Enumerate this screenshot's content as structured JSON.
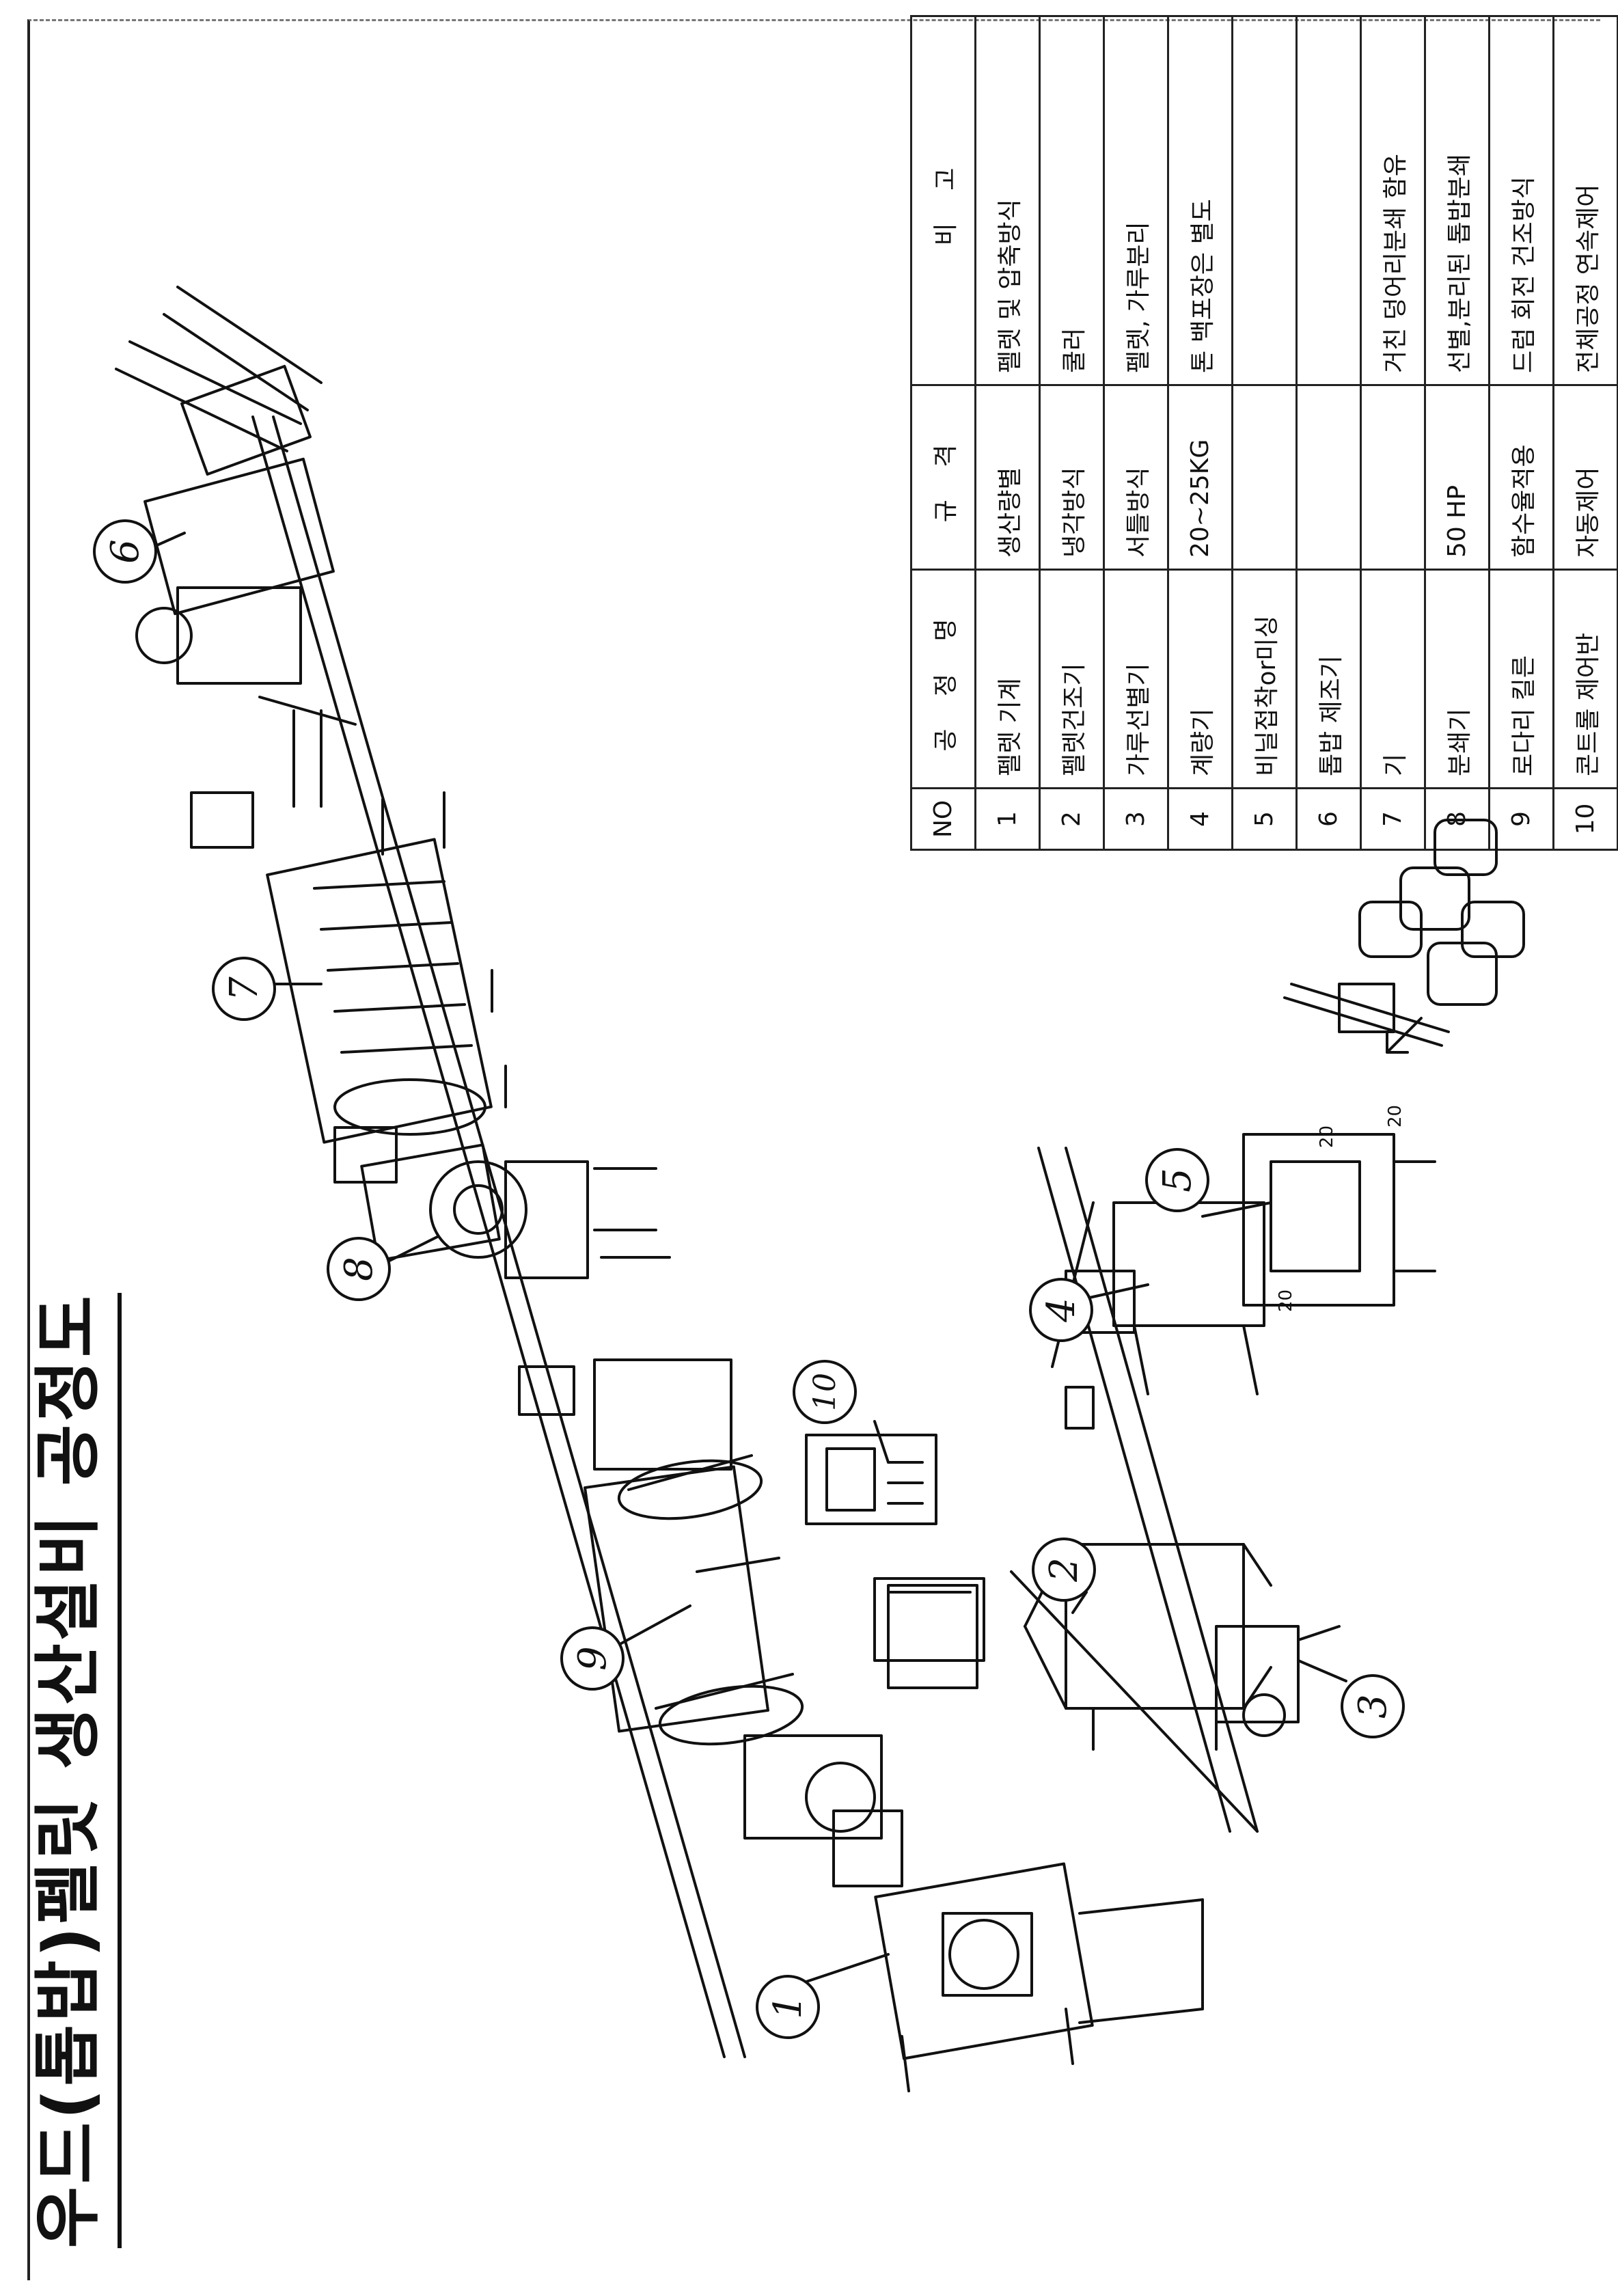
{
  "title": "우드(톱밥)펠릿 생산설비 공정도",
  "table": {
    "headers": {
      "no": "NO",
      "process": "공 정 명",
      "spec": "규 격",
      "note": "비 고"
    },
    "rows": [
      {
        "no": "1",
        "process": "펠렛 기계",
        "spec": "생산량별",
        "note": "펠렛 및 압축방식"
      },
      {
        "no": "2",
        "process": "펠렛건조기",
        "spec": "냉각방식",
        "note": "쿨러"
      },
      {
        "no": "3",
        "process": "가루선별기",
        "spec": "서틀방식",
        "note": "펠렛, 가루분리"
      },
      {
        "no": "4",
        "process": "계량기",
        "spec": "20~25KG",
        "note": "톤 백포장은 별도"
      },
      {
        "no": "5",
        "process": "비닐접착or미싱",
        "spec": "",
        "note": ""
      },
      {
        "no": "6",
        "process": "톱밥 제조기",
        "spec": "",
        "note": ""
      },
      {
        "no": "7",
        "process": "기",
        "spec": "",
        "note": "거친 덩어리분쇄 함유"
      },
      {
        "no": "8",
        "process": "분쇄기",
        "spec": "50 HP",
        "note": "선별,분리된 톱밥분쇄"
      },
      {
        "no": "9",
        "process": "로다리 킬른",
        "spec": "함수율적용",
        "note": "드럼 회전 건조방식"
      },
      {
        "no": "10",
        "process": "콘트롤 제어반",
        "spec": "자동제어",
        "note": "전체공정 연속제어"
      }
    ]
  },
  "callouts": [
    "1",
    "2",
    "3",
    "4",
    "5",
    "6",
    "7",
    "8",
    "9",
    "10"
  ],
  "bag_labels": [
    "20",
    "20",
    "20"
  ]
}
